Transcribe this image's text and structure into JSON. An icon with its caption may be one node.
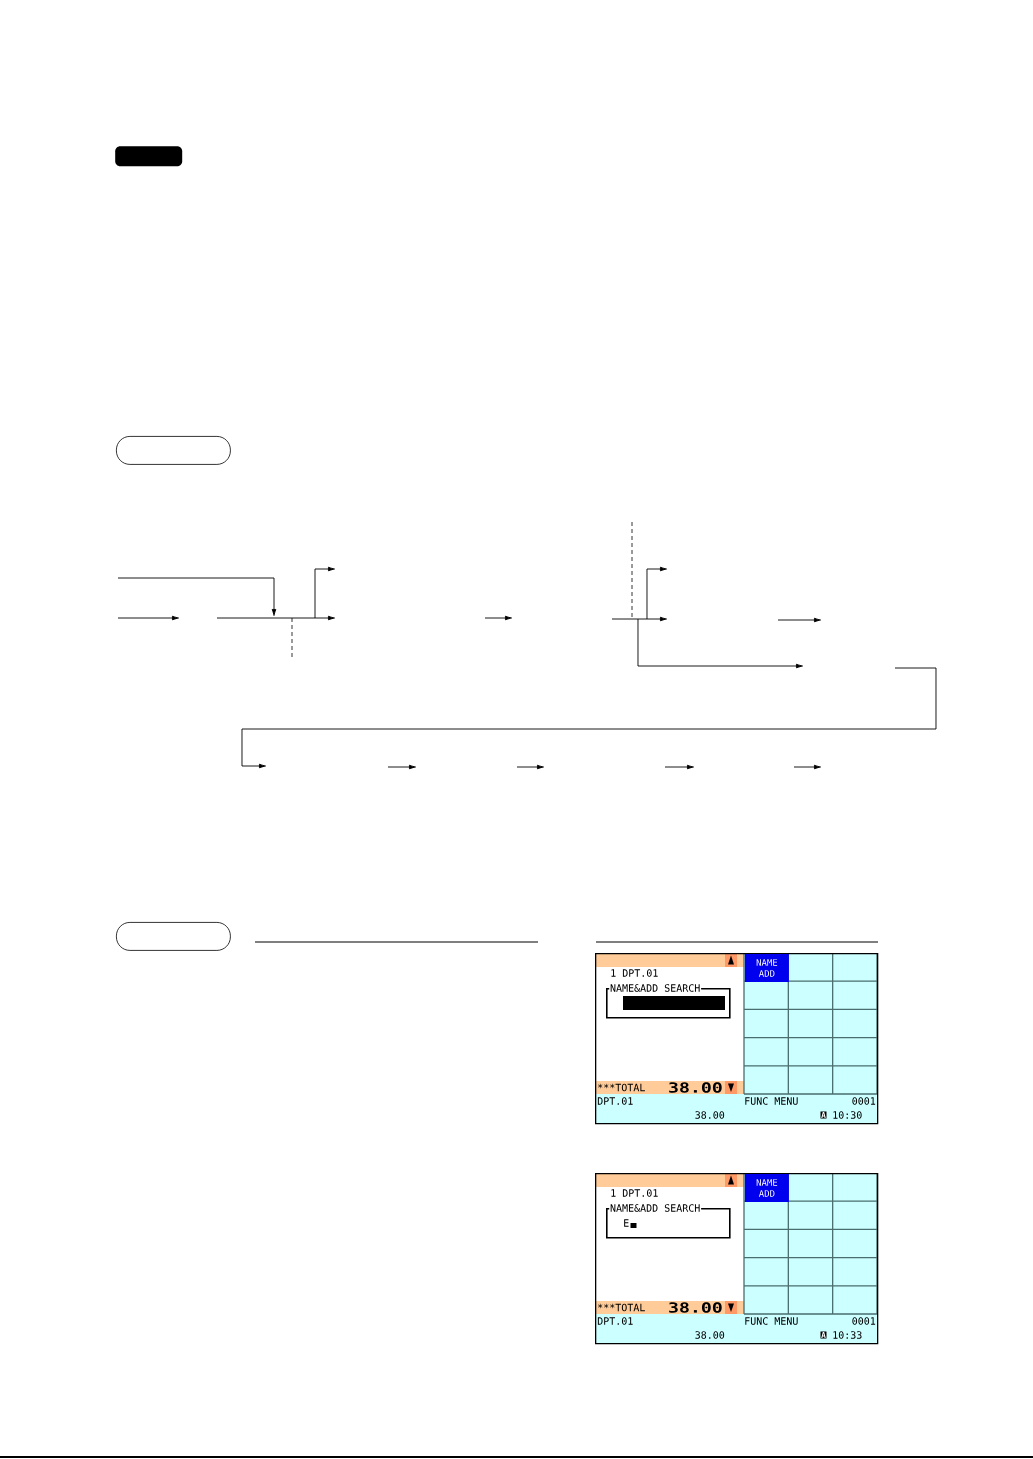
{
  "diagram": {
    "nodes": [
      {
        "text": [],
        "shape": "box"
      },
      {
        "text": [],
        "shape": "box"
      },
      {
        "text": [],
        "shape": "box"
      },
      {
        "text": [
          "1 DPT.01",
          "***TOTAL",
          "38.00",
          "DPT.01",
          "FUNC MENU",
          "0001",
          "38.00",
          "A",
          "10:30"
        ]
      },
      {
        "text": [
          "NAME ADD"
        ],
        "in": 3
      },
      {
        "text": [
          "NAME&ADD SEARCH"
        ],
        "in": 3
      },
      {
        "text": [
          "1 DPT.01",
          "***TOTAL",
          "38.00",
          "DPT.01",
          "FUNC MENU",
          "0001",
          "38.00",
          "A",
          "10:33"
        ]
      },
      {
        "text": [
          "NAME ADD"
        ],
        "in": 6
      },
      {
        "text": [
          "NAME&ADD SEARCH",
          "E"
        ],
        "in": 6
      }
    ]
  }
}
